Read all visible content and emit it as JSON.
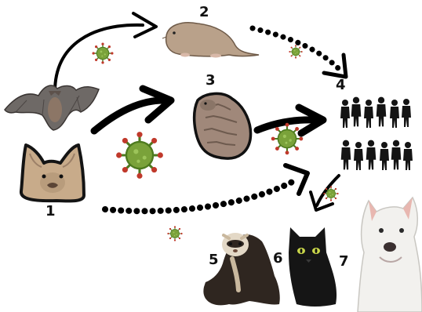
{
  "labels": {
    "n1": "1",
    "n2": "2",
    "n3": "3",
    "n4": "4",
    "n5": "5",
    "n6": "6",
    "n7": "7"
  },
  "nodes": [
    {
      "id": "1",
      "subject": "horseshoe bat",
      "icon": "bat-icon"
    },
    {
      "id": "2",
      "subject": "rodent",
      "icon": "rodent-icon"
    },
    {
      "id": "3",
      "subject": "pangolin",
      "icon": "pangolin-icon"
    },
    {
      "id": "4",
      "subject": "humans",
      "icon": "people-icon"
    },
    {
      "id": "5",
      "subject": "ferret",
      "icon": "ferret-icon"
    },
    {
      "id": "6",
      "subject": "cat",
      "icon": "cat-icon"
    },
    {
      "id": "7",
      "subject": "dog",
      "icon": "dog-icon"
    }
  ],
  "edges": [
    {
      "from": "1",
      "to": "2",
      "style": "solid"
    },
    {
      "from": "1",
      "to": "3",
      "style": "solid-thick"
    },
    {
      "from": "2",
      "to": "4",
      "style": "dotted"
    },
    {
      "from": "3",
      "to": "4",
      "style": "solid-thick"
    },
    {
      "from": "1",
      "to": "4",
      "style": "dotted"
    },
    {
      "from": "4",
      "to": "5-7",
      "style": "solid"
    }
  ],
  "colors": {
    "virus": "#7aa23a",
    "virus_dark": "#4d7a1f",
    "arrow": "#000000",
    "bat": "#6e6966",
    "rodent": "#b9a18a",
    "pangolin": "#a0887a",
    "people": "#141414",
    "ferret_dark": "#2f2620",
    "ferret_light": "#e3d8c6",
    "cat": "#151515",
    "dog": "#f2f1ee"
  }
}
